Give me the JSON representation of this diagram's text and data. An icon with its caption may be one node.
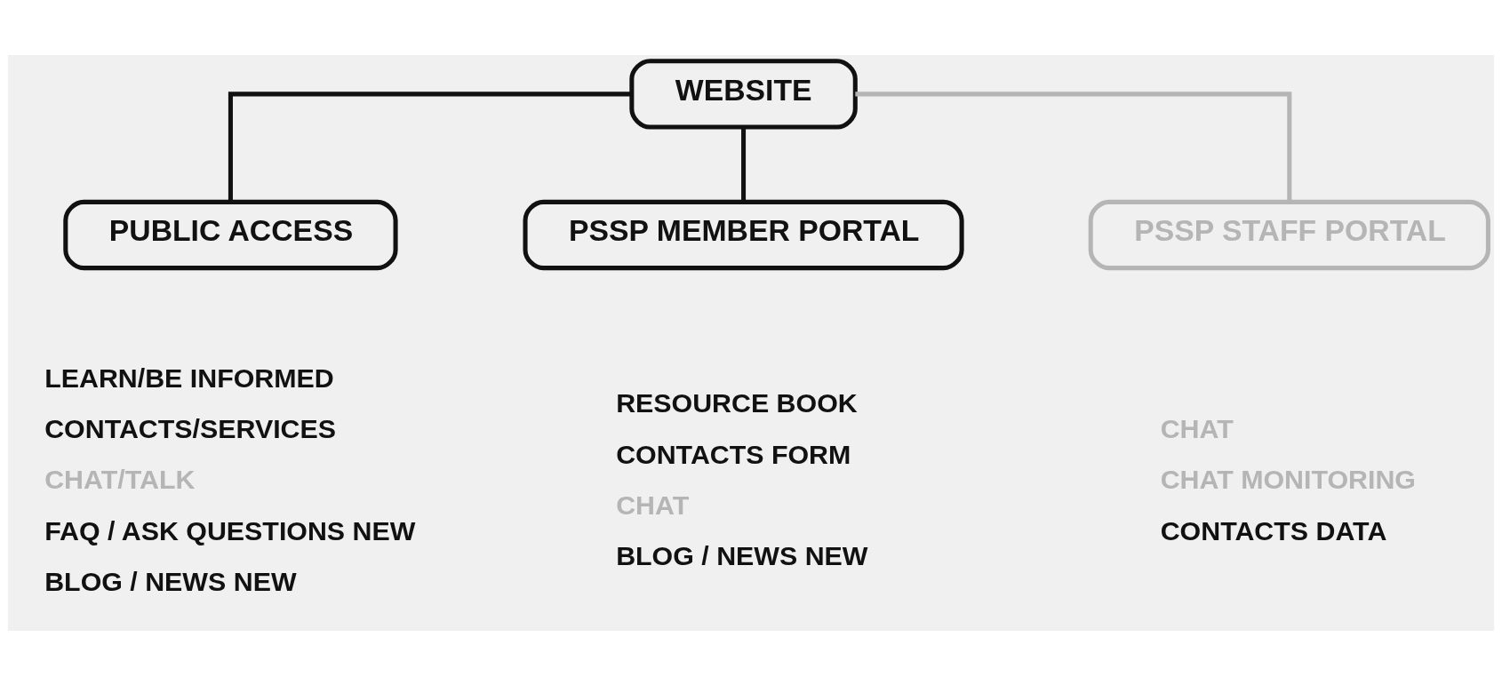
{
  "diagram": {
    "nodes": [
      {
        "text": [
          "WEBSITE"
        ]
      },
      {
        "text": [
          "PUBLIC ACCESS"
        ],
        "beside": [
          "LEARN/BE INFORMED",
          "CONTACTS/SERVICES",
          "CHAT/TALK",
          "FAQ / ASK QUESTIONS NEW",
          "BLOG / NEWS NEW"
        ]
      },
      {
        "text": [
          "PSSP MEMBER PORTAL"
        ],
        "beside": [
          "RESOURCE BOOK",
          "CONTACTS FORM",
          "CHAT",
          "BLOG / NEWS NEW"
        ]
      },
      {
        "text": [
          "PSSP STAFF PORTAL"
        ],
        "beside": [
          "CHAT",
          "CHAT MONITORING",
          "CONTACTS DATA"
        ]
      }
    ],
    "edges": [
      {
        "from": 0,
        "to": 1,
        "arrow": "none"
      },
      {
        "from": 0,
        "to": 2,
        "arrow": "none"
      },
      {
        "from": 0,
        "to": 3,
        "arrow": "none",
        "color": "#b5b5b5"
      }
    ]
  }
}
